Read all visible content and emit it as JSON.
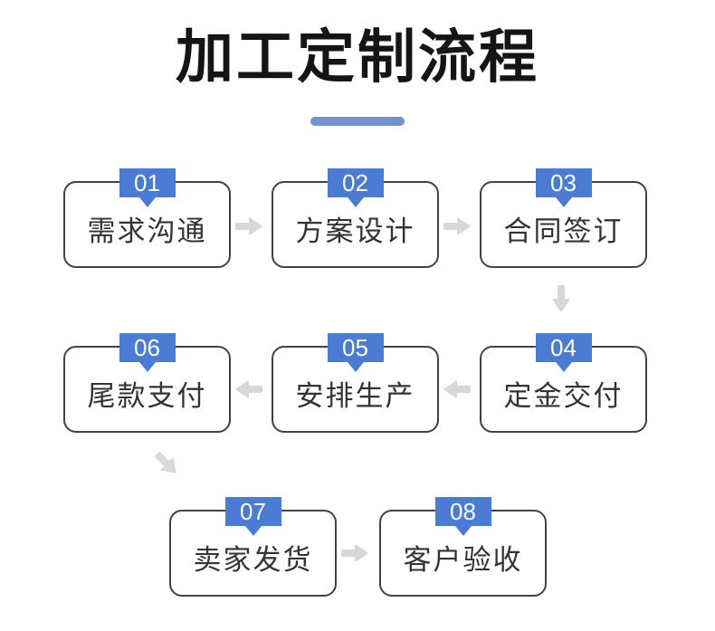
{
  "title": "加工定制流程",
  "colors": {
    "badge_blue": "#4a7cd5",
    "underline_blue": "#7192cd",
    "arrow_gray": "#d8d8d8",
    "border_dark": "#424242",
    "text_dark": "#333333",
    "title_dark": "#151515",
    "badge_text": "#ffffff",
    "background": "#ffffff"
  },
  "steps": [
    {
      "number": "01",
      "label": "需求沟通"
    },
    {
      "number": "02",
      "label": "方案设计"
    },
    {
      "number": "03",
      "label": "合同签订"
    },
    {
      "number": "04",
      "label": "定金交付"
    },
    {
      "number": "05",
      "label": "安排生产"
    },
    {
      "number": "06",
      "label": "尾款支付"
    },
    {
      "number": "07",
      "label": "卖家发货"
    },
    {
      "number": "08",
      "label": "客户验收"
    }
  ]
}
